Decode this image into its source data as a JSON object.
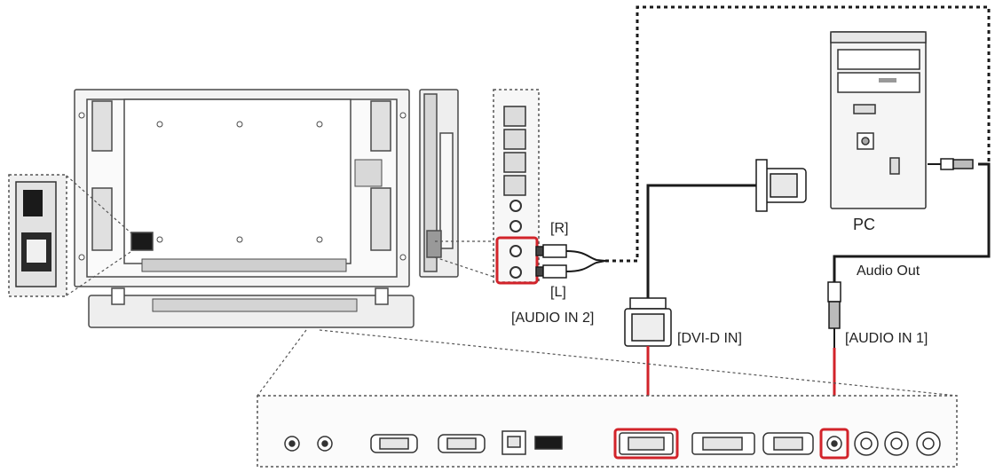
{
  "labels": {
    "pc": "PC",
    "audio_out": "Audio Out",
    "r": "[R]",
    "l": "[L]",
    "audio_in_2": "[AUDIO IN 2]",
    "dvi_d_in": "[DVI-D IN]",
    "audio_in_1": "[AUDIO IN 1]"
  },
  "colors": {
    "highlight": "#d2232a",
    "line": "#1a1a1a",
    "device": "#4a4a4a",
    "panel": "#f4f4f4"
  },
  "icons": [
    "monitor-rear",
    "monitor-side",
    "power-inlet",
    "pc-tower",
    "dvi-cable-connector",
    "audio-jack-plug",
    "rca-plug",
    "input-panel"
  ]
}
